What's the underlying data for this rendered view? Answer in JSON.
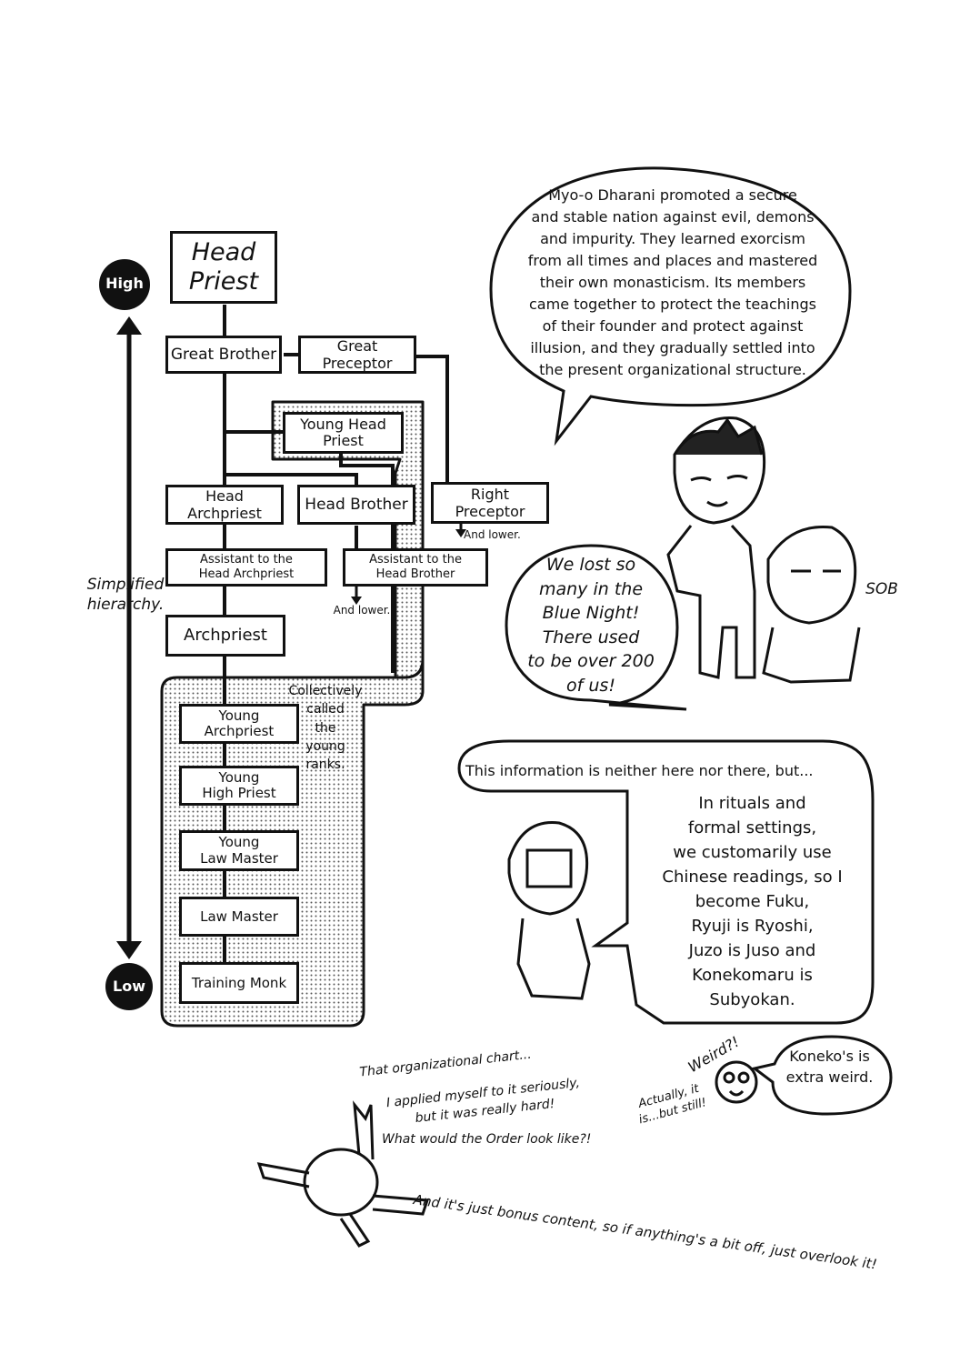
{
  "chart": {
    "nodes": {
      "head_priest": "Head\nPriest",
      "great_brother": "Great Brother",
      "great_preceptor": "Great Preceptor",
      "young_head_priest": "Young Head\nPriest",
      "head_archpriest": "Head Archpriest",
      "head_brother": "Head Brother",
      "right_preceptor": "Right Preceptor",
      "assistant_head_archpriest": "Assistant to the\nHead Archpriest",
      "assistant_head_brother": "Assistant to the\nHead Brother",
      "archpriest": "Archpriest",
      "young_archpriest": "Young\nArchpriest",
      "young_high_priest": "Young\nHigh Priest",
      "young_law_master": "Young\nLaw Master",
      "law_master": "Law Master",
      "training_monk": "Training Monk"
    },
    "and_lower_right": "And lower.",
    "and_lower_assistant": "And lower.",
    "collective_note": "Collectively\ncalled\nthe\nyoung\nranks.",
    "high_label": "High",
    "low_label": "Low",
    "axis_label": "Simplified\nhierarchy."
  },
  "bubbles": {
    "intro": "Myo-o Dharani promoted a secure\nand stable nation against evil, demons\nand impurity. They learned exorcism\nfrom all times and places and mastered\ntheir own monasticism. Its members\ncame together to protect the teachings\nof their founder and protect against\nillusion, and they gradually settled into\nthe present organizational structure.",
    "lost": "We lost so\nmany in the\nBlue Night!\nThere used\nto be over 200\nof us!",
    "sob": "SOB",
    "info_intro": "This information is neither here nor there, but...",
    "info_body": "In rituals and\nformal settings,\nwe customarily use\nChinese readings, so I\nbecome Fuku,\nRyuji is Ryoshi,\nJuzo is Juso and\nKonekomaru is\nSubyokan.",
    "koneko": "Koneko's is\nextra weird.",
    "weird": "Weird?!",
    "actually": "Actually, it\nis...but still!"
  },
  "notes": {
    "line1": "That organizational chart...",
    "line2": "I applied myself to it seriously,\nbut it was really hard!",
    "line3": "What would the Order look like?!",
    "line4": "And it's just bonus content, so if anything's a bit off, just overlook it!"
  }
}
